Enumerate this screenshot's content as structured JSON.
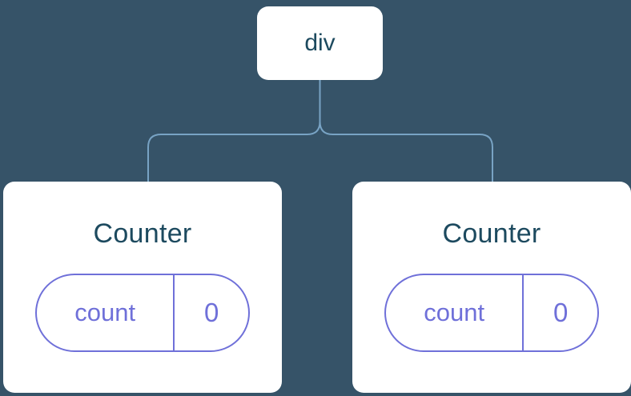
{
  "tree": {
    "root": {
      "label": "div"
    },
    "children": [
      {
        "title": "Counter",
        "state": {
          "key": "count",
          "value": "0"
        }
      },
      {
        "title": "Counter",
        "state": {
          "key": "count",
          "value": "0"
        }
      }
    ],
    "colors": {
      "background": "#365368",
      "connector": "#78a3c4",
      "card_background": "#ffffff",
      "node_text": "#1d4a5f",
      "state_pill": "#6f70d9"
    }
  }
}
